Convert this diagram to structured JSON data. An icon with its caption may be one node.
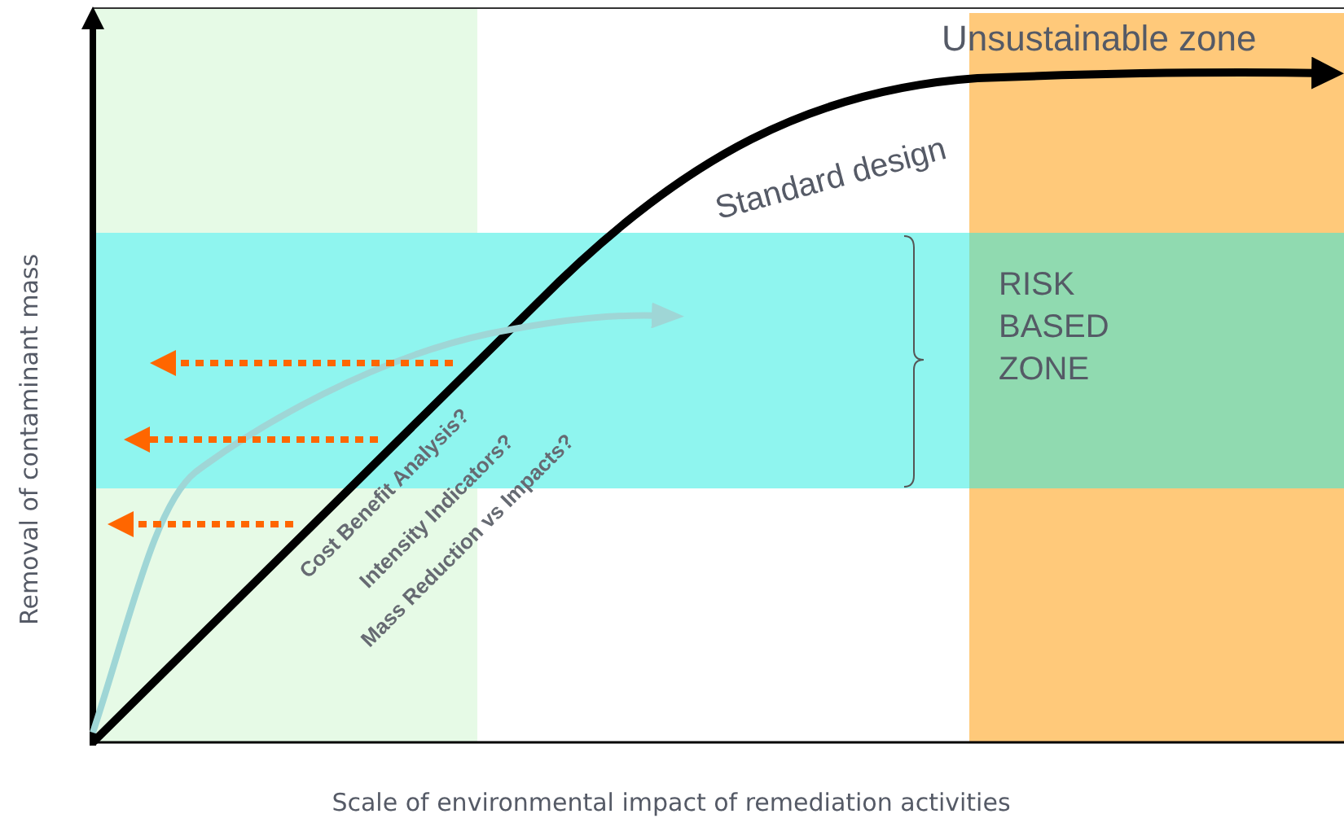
{
  "diagram": {
    "labels": [
      "Unsustainable zone",
      "Standard design",
      "RISK BASED ZONE",
      "Cost Benefit Analysis?",
      "Intensity Indicators?",
      "Mass Reduction vs Impacts?",
      "Removal of contaminant mass",
      "Scale of environmental impact of remediation activities"
    ]
  }
}
